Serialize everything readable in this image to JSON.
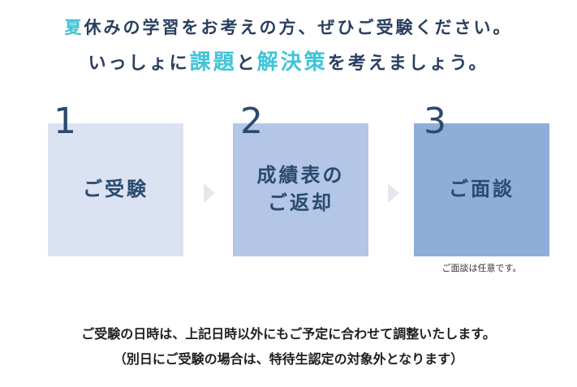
{
  "headline": {
    "line1_accent": "夏",
    "line1_rest": "休みの学習をお考えの方、ぜひご受験ください。",
    "line2_part1": "いっしょに",
    "line2_accent1": "課題",
    "line2_part2": "と",
    "line2_accent2": "解決策",
    "line2_part3": "を考えましょう。"
  },
  "steps": [
    {
      "number": "1",
      "label_line1": "ご受験",
      "label_line2": ""
    },
    {
      "number": "2",
      "label_line1": "成績表の",
      "label_line2": "ご返却"
    },
    {
      "number": "3",
      "label_line1": "ご面談",
      "label_line2": ""
    }
  ],
  "note": "ご面談は任意です。",
  "footer": {
    "line1": "ご受験の日時は、上記日時以外にもご予定に合わせて調整いたします。",
    "line2": "（別日にご受験の場合は、特待生認定の対象外となります）"
  },
  "colors": {
    "accent": "#3fc4d8",
    "step1_bg": "#dbe3f3",
    "step2_bg": "#b3c6e5",
    "step3_bg": "#8fadd9"
  }
}
